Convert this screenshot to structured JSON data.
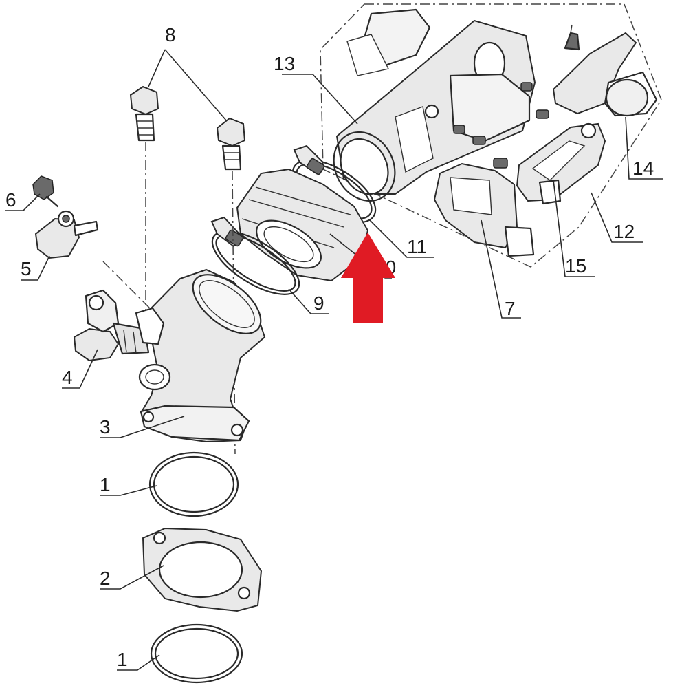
{
  "callouts": {
    "c1a": "1",
    "c1b": "1",
    "c2": "2",
    "c3": "3",
    "c4": "4",
    "c5": "5",
    "c6": "6",
    "c7": "7",
    "c8": "8",
    "c9": "9",
    "c10": "10",
    "c11": "11",
    "c12": "12",
    "c13": "13",
    "c14": "14",
    "c15": "15"
  },
  "colors": {
    "indicator_arrow": "#e01b24",
    "line_art": "#2a2a2a"
  }
}
